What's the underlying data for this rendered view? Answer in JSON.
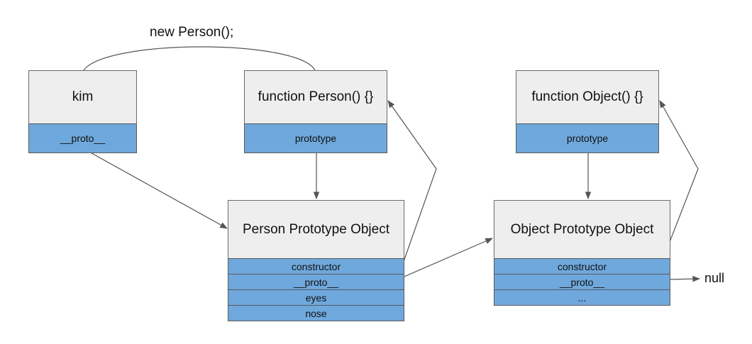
{
  "annotation": "new Person();",
  "null_label": "null",
  "caption": "",
  "kim": {
    "title": "kim",
    "slots": [
      "__proto__"
    ]
  },
  "person_fn": {
    "title": "function Person() {}",
    "slots": [
      "prototype"
    ]
  },
  "object_fn": {
    "title": "function Object() {}",
    "slots": [
      "prototype"
    ]
  },
  "person_proto": {
    "title": "Person Prototype Object",
    "slots": [
      "constructor",
      "__proto__",
      "eyes",
      "nose"
    ]
  },
  "object_proto": {
    "title": "Object Prototype Object",
    "slots": [
      "constructor",
      "__proto__",
      "..."
    ]
  },
  "colors": {
    "header_fill": "#eeeeee",
    "slot_fill": "#6fa8dc",
    "line": "#555555"
  }
}
